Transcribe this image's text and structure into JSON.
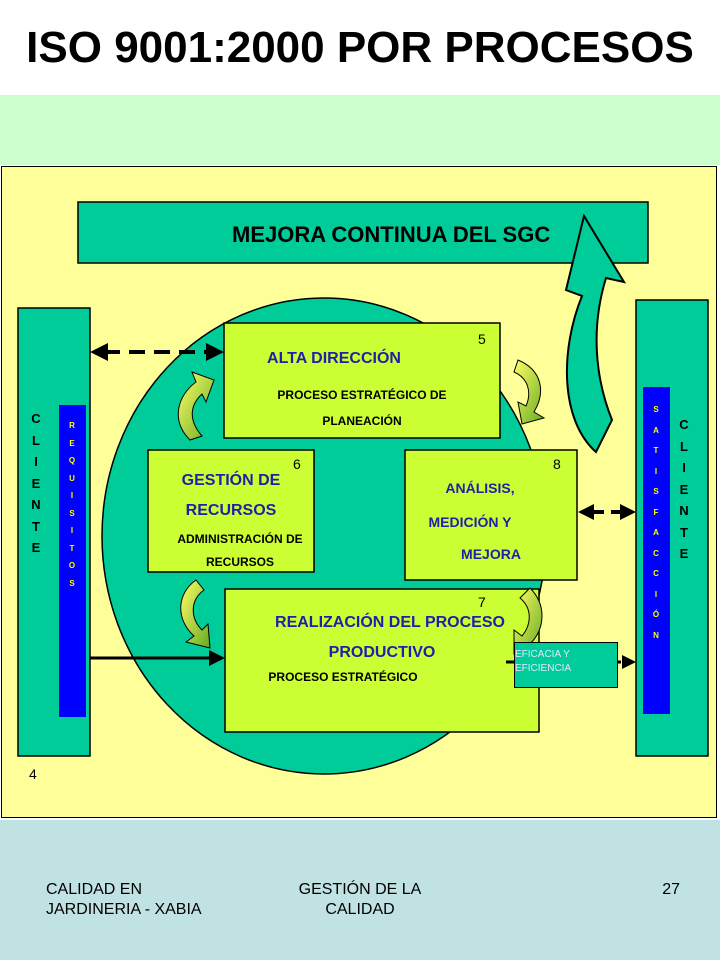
{
  "title": "ISO 9001:2000 POR PROCESOS",
  "mejora": "MEJORA CONTINUA DEL SGC",
  "alta": {
    "title": "ALTA DIRECCIÓN",
    "sub1": "PROCESO ESTRATÉGICO DE",
    "sub2": "PLANEACIÓN",
    "num": "5"
  },
  "gestion": {
    "title1": "GESTIÓN DE",
    "title2": "RECURSOS",
    "sub1": "ADMINISTRACIÓN DE",
    "sub2": "RECURSOS",
    "num": "6"
  },
  "analisis": {
    "line1": "ANÁLISIS,",
    "line2": "MEDICIÓN Y",
    "line3": "MEJORA",
    "num": "8"
  },
  "realizacion": {
    "title1": "REALIZACIÓN DEL PROCESO",
    "title2": "PRODUCTIVO",
    "sub": "PROCESO ESTRATÉGICO",
    "num": "7"
  },
  "eficacia": {
    "line1": "EFICACIA Y",
    "line2": "EFICIENCIA"
  },
  "cliente_letters": [
    "C",
    "L",
    "I",
    "E",
    "N",
    "T",
    "E"
  ],
  "requisitos_letters": [
    "R",
    "E",
    "Q",
    "U",
    "I",
    "S",
    "I",
    "T",
    "O",
    "S"
  ],
  "satisfaccion_letters": [
    "S",
    "A",
    "T",
    "I",
    "S",
    "F",
    "A",
    "C",
    "C",
    "I",
    "Ó",
    "N"
  ],
  "num4": "4",
  "footer": {
    "left": "CALIDAD EN JARDINERIA - XABIA",
    "middle": "GESTIÓN DE LA CALIDAD",
    "page": "27"
  },
  "colors": {
    "teal": "#00cc99",
    "lime": "#ccff33",
    "pale_yellow": "#ffff99",
    "pale_green": "#ccffcc",
    "footer": "#c1e2e2",
    "blue_text": "#1f1fa8",
    "requisitos_blue": "#0000ff"
  }
}
